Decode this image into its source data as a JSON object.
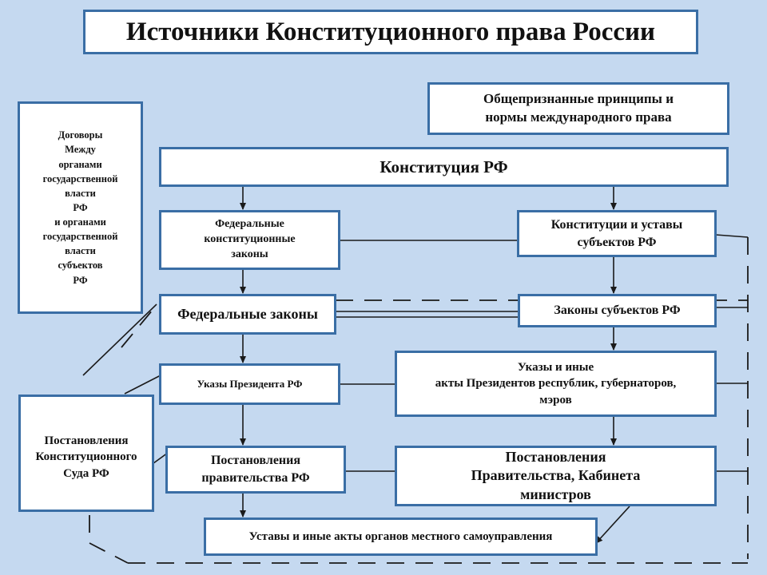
{
  "title": "Источники Конституционного права России",
  "boxes": {
    "international": "Общепризнанные принципы и\nнормы международного права",
    "constitution": "Конституция РФ",
    "treaties": "Договоры\nМежду\nорганами\nгосударственной\nвласти\nРФ\nи органами\nгосударственной\nвласти\nсубъектов\nРФ",
    "fkz": "Федеральные\nконституционные\nзаконы",
    "subject_constitutions": "Конституции и уставы\nсубъектов РФ",
    "federal_laws": "Федеральные законы",
    "subject_laws": "Законы субъектов РФ",
    "president_decrees": "Указы Президента РФ",
    "republic_decrees": "Указы и иные\nакты Президентов республик, губернаторов,\nмэров",
    "const_court": "Постановления\nКонституционного\nСуда РФ",
    "gov_resolutions": "Постановления\nправительства РФ",
    "cabinet_resolutions": "Постановления\nПравительства,  Кабинета\nминистров",
    "local_acts": "Уставы и иные акты органов местного самоуправления"
  },
  "colors": {
    "background": "#c5d9f0",
    "box_border": "#3a6ea5",
    "box_fill": "#ffffff",
    "connector": "#1a1a1a"
  }
}
